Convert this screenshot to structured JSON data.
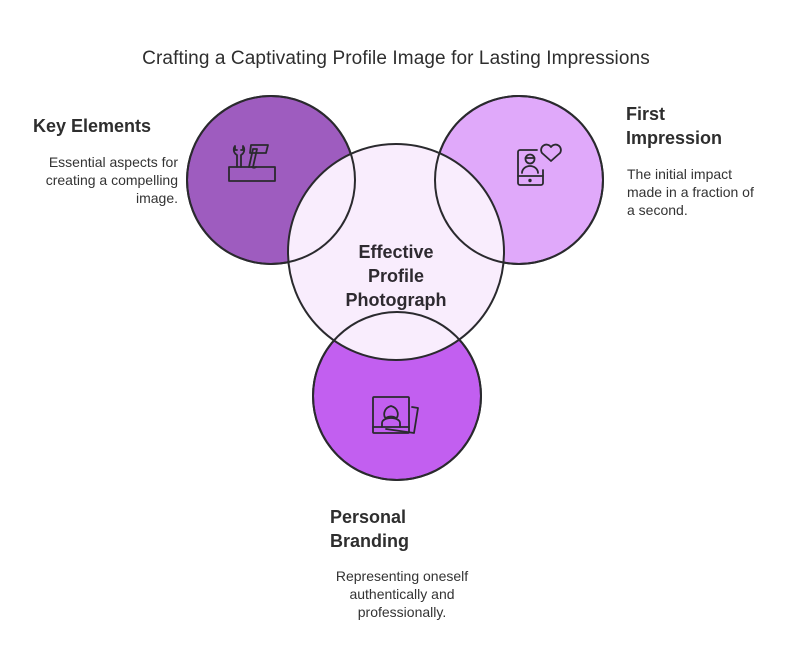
{
  "title": "Crafting a Captivating Profile Image for Lasting Impressions",
  "center": {
    "label": "Effective Profile Photograph",
    "lines": [
      "Effective",
      "Profile",
      "Photograph"
    ],
    "fill": "#F9EDFD"
  },
  "nodes": [
    {
      "id": "key-elements",
      "heading": "Key Elements",
      "description_lines": [
        "Essential aspects for",
        "creating a compelling",
        "image."
      ],
      "icon": "toolbox-icon",
      "fill": "#9E5CBF"
    },
    {
      "id": "first-impression",
      "heading_lines": [
        "First",
        "Impression"
      ],
      "description_lines": [
        "The initial impact",
        "made in a fraction of",
        "a second."
      ],
      "icon": "phone-heart-icon",
      "fill": "#E0A9FA"
    },
    {
      "id": "personal-branding",
      "heading_lines": [
        "Personal",
        "Branding"
      ],
      "description_lines": [
        "Representing oneself",
        "authentically and",
        "professionally."
      ],
      "icon": "profile-photos-icon",
      "fill": "#C25FF0"
    }
  ],
  "stroke_color": "#2A2A2E"
}
